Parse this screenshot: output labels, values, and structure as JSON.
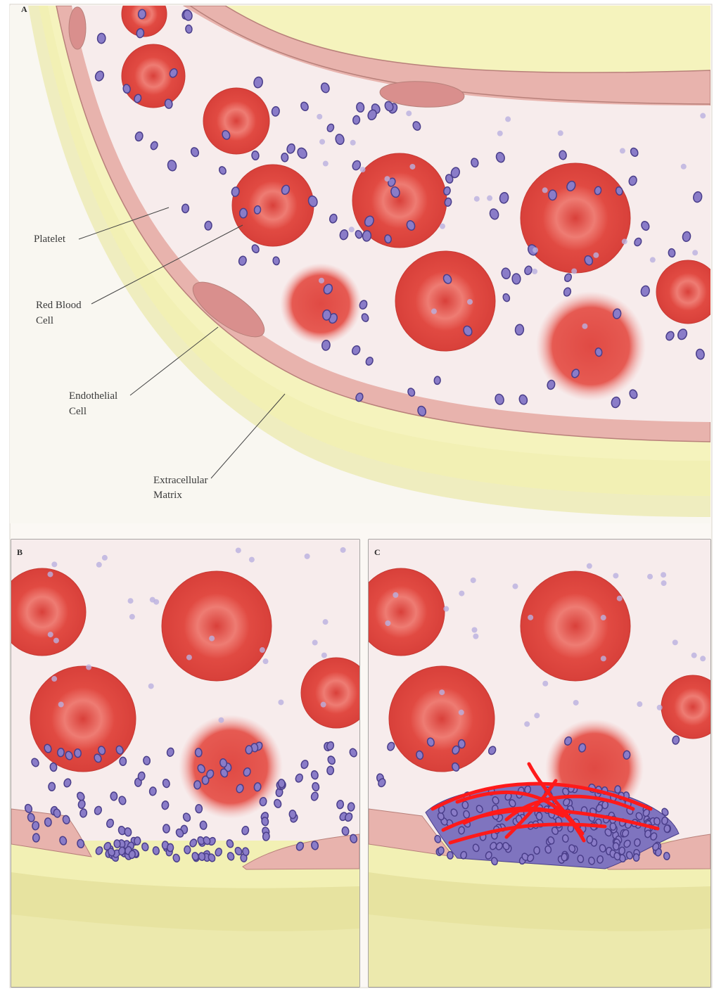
{
  "figure": {
    "panels": [
      {
        "id": "A",
        "letter": "A",
        "title": "Normal vessel"
      },
      {
        "id": "B",
        "letter": "B",
        "title": "Injury with platelet plug"
      },
      {
        "id": "C",
        "letter": "C",
        "title": "Platelet plug with fibrin"
      }
    ],
    "labels": {
      "platelet": "Platelet",
      "rbc_line1": "Red Blood",
      "rbc_line2": "Cell",
      "endo_line1": "Endothelial",
      "endo_line2": "Cell",
      "ecm_line1": "Extracellular",
      "ecm_line2": "Matrix"
    },
    "colors": {
      "background": "#fbf7f3",
      "plasma": "#f7ecec",
      "matrix_light": "#f1efb8",
      "matrix_dark": "#e6e2a2",
      "endothelium": "#e8b3ad",
      "endo_nucleus": "#d8908e",
      "rbc": "#e0453e",
      "rbc_center": "#ee7a72",
      "platelet": "#8a7cc8",
      "platelet_edge": "#4a3e8a",
      "fibrin": "#ff1a1a"
    }
  }
}
